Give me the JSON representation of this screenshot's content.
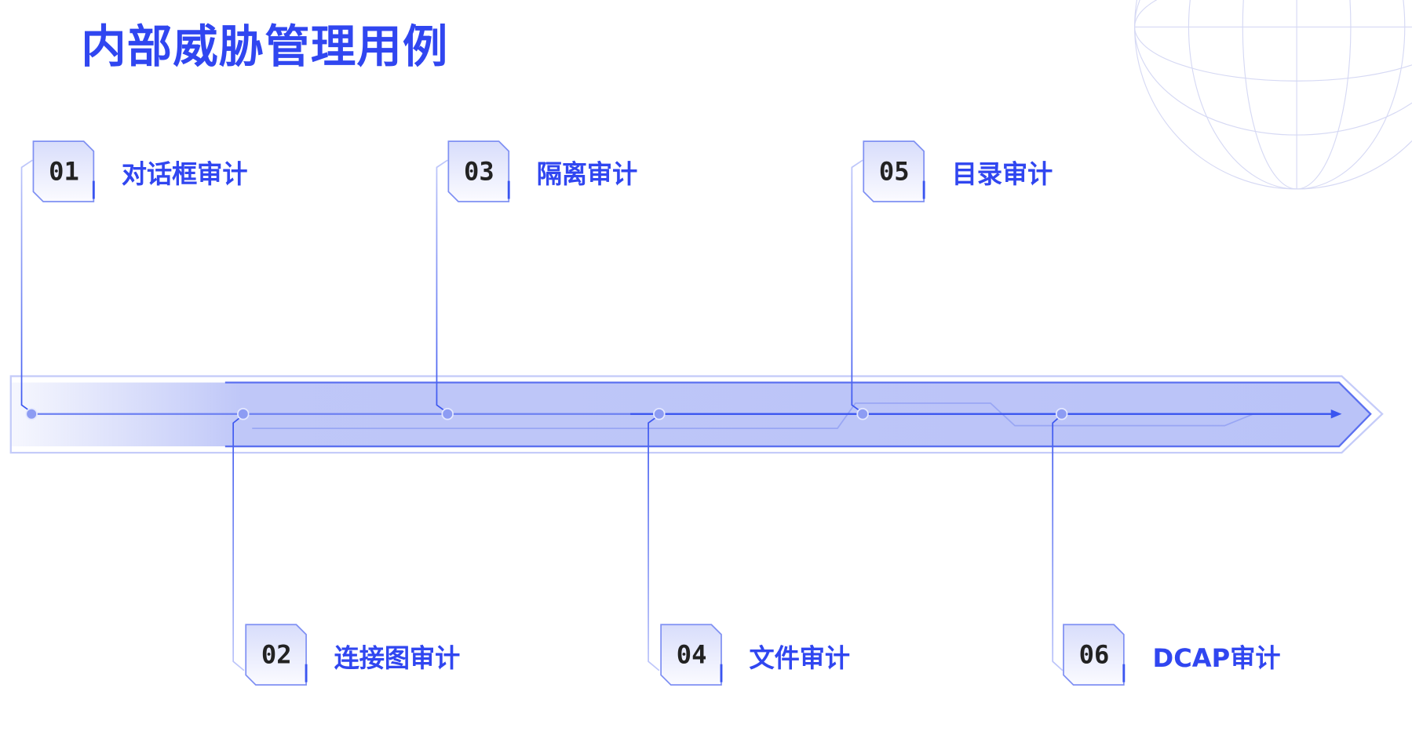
{
  "title": "内部威胁管理用例",
  "accent_color": "#3046f0",
  "items": [
    {
      "number": "01",
      "label": "对话框审计"
    },
    {
      "number": "02",
      "label": "连接图审计"
    },
    {
      "number": "03",
      "label": "隔离审计"
    },
    {
      "number": "04",
      "label": "文件审计"
    },
    {
      "number": "05",
      "label": "目录审计"
    },
    {
      "number": "06",
      "label": "DCAP审计"
    }
  ]
}
